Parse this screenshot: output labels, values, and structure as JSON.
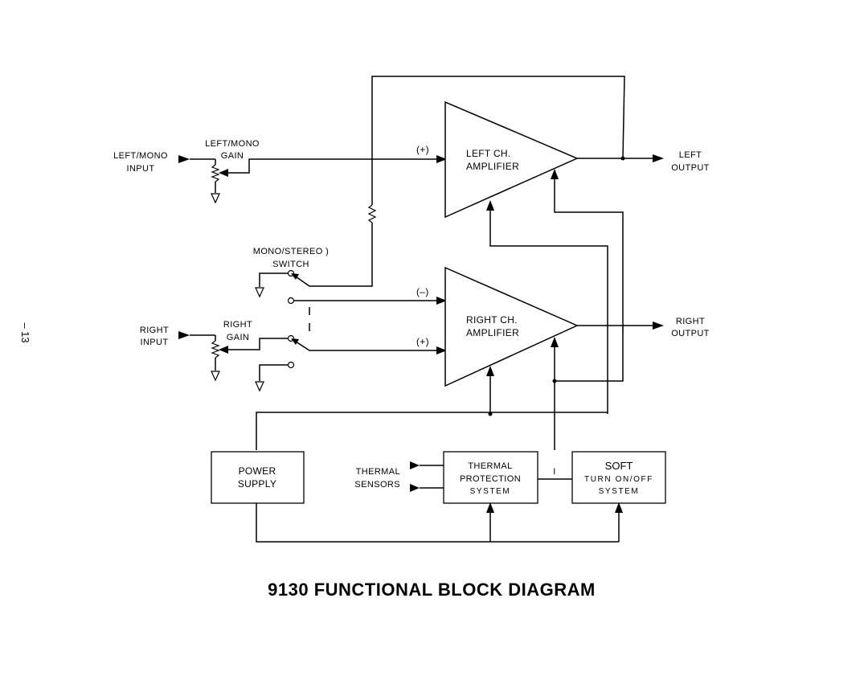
{
  "title": "9130  FUNCTIONAL  BLOCK  DIAGRAM",
  "page_number": "– 13",
  "inputs": {
    "left_mono": [
      "LEFT/MONO",
      "INPUT"
    ],
    "right": [
      "RIGHT",
      "INPUT"
    ]
  },
  "gains": {
    "left_mono": [
      "LEFT/MONO",
      "GAIN"
    ],
    "right": [
      "RIGHT",
      "GAIN"
    ]
  },
  "switch": [
    "MONO/STEREO )",
    "SWITCH"
  ],
  "amplifiers": {
    "left": {
      "label": [
        "LEFT CH.",
        "AMPLIFIER"
      ],
      "plus": "(+)"
    },
    "right": {
      "label": [
        "RIGHT CH.",
        "AMPLIFIER"
      ],
      "minus": "(–)",
      "plus": "(+)"
    }
  },
  "outputs": {
    "left": [
      "LEFT",
      "OUTPUT"
    ],
    "right": [
      "RIGHT",
      "OUTPUT"
    ]
  },
  "blocks": {
    "power_supply": [
      "POWER",
      "SUPPLY"
    ],
    "thermal_sensors": [
      "THERMAL",
      "SENSORS"
    ],
    "thermal_protection": [
      "THERMAL",
      "PROTECTION",
      "SYSTEM"
    ],
    "soft_turn": [
      "SOFT",
      "TURN ON/OFF",
      "SYSTEM"
    ],
    "link_mark": "I"
  }
}
